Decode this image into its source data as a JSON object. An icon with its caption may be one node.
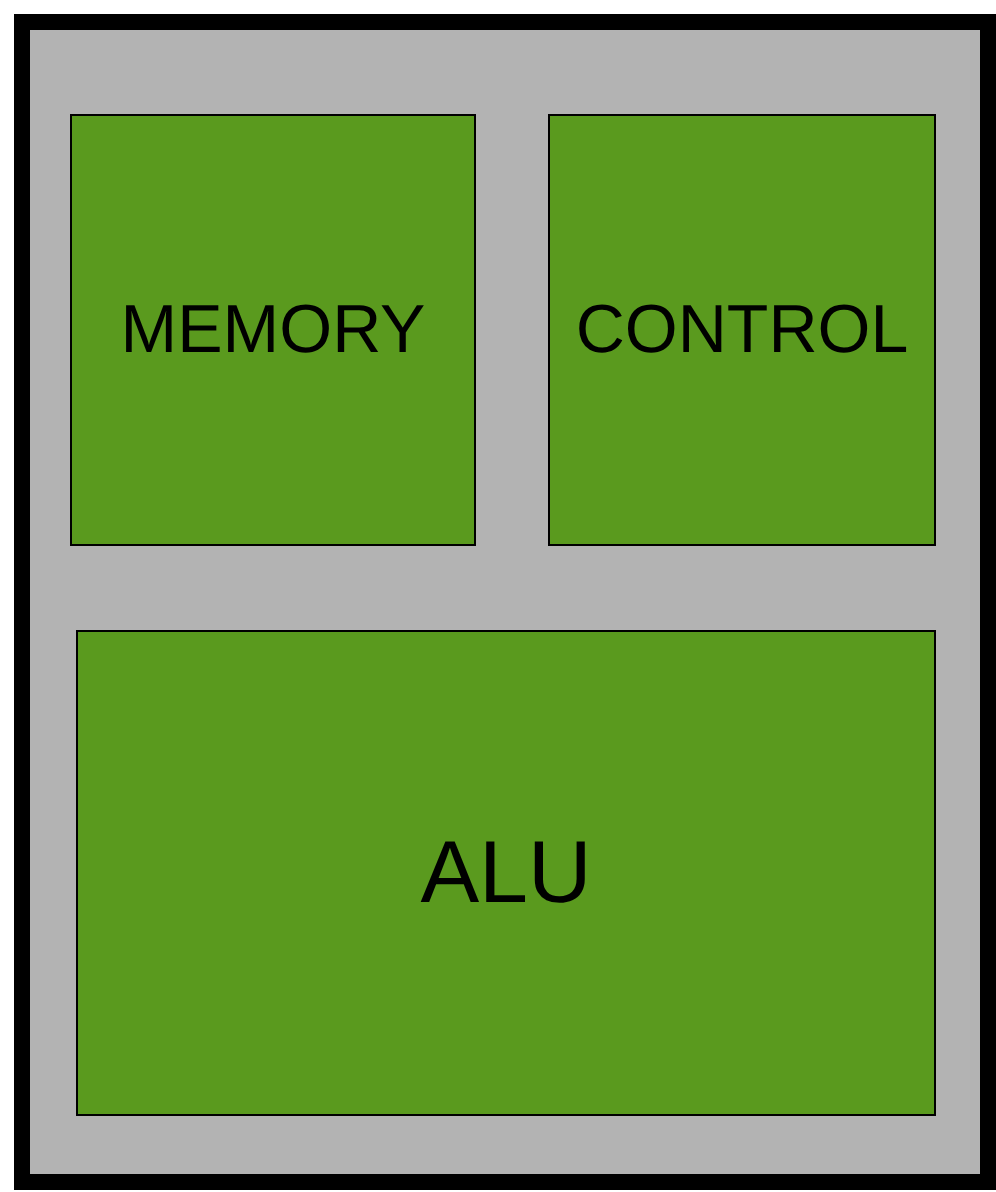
{
  "diagram": {
    "nodes": [
      {
        "text": [],
        "shape": "box"
      },
      {
        "text": [
          "MEMORY"
        ],
        "in": 0
      },
      {
        "text": [
          "CONTROL"
        ],
        "in": 0
      },
      {
        "text": [
          "ALU"
        ],
        "in": 0
      }
    ]
  }
}
